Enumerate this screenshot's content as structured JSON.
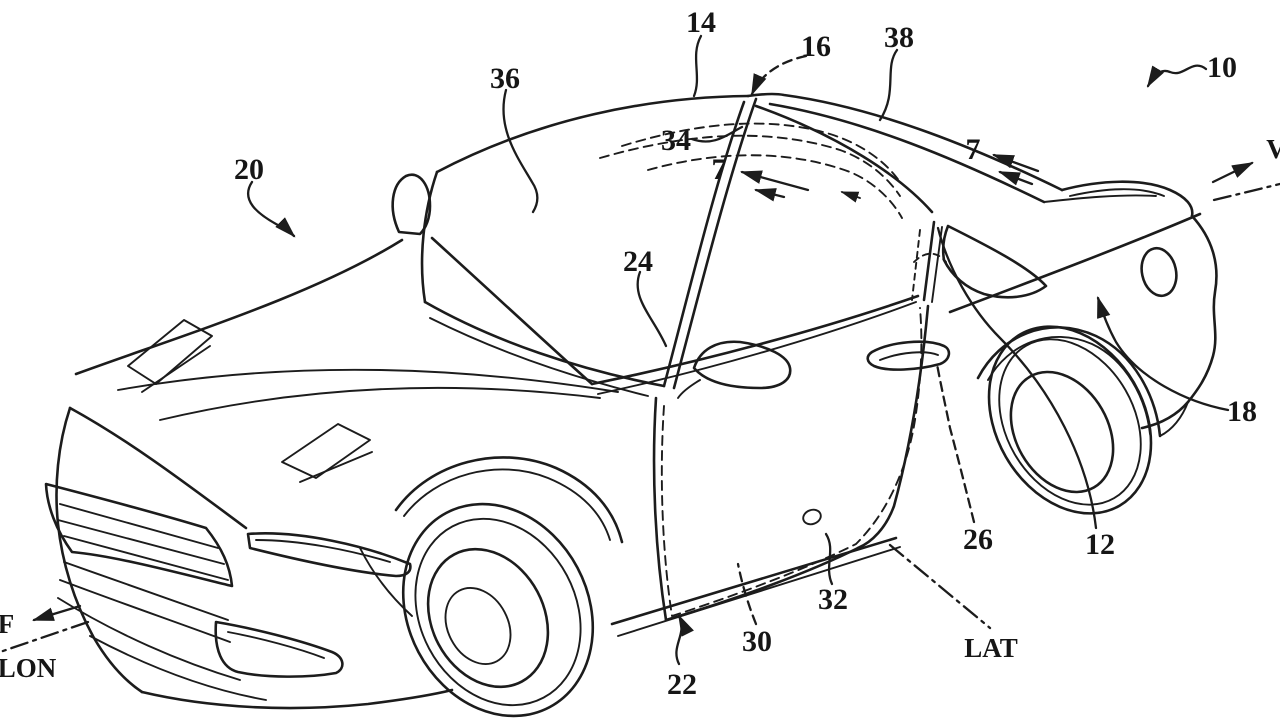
{
  "figure": {
    "background": "#ffffff",
    "ink_color": "#1c1c1c"
  },
  "labels": {
    "l10": "10",
    "l12": "12",
    "l14": "14",
    "l16": "16",
    "l18": "18",
    "l20": "20",
    "l22": "22",
    "l24": "24",
    "l26": "26",
    "l30": "30",
    "l32": "32",
    "l34": "34",
    "l36": "36",
    "l38": "38",
    "l7a": "7",
    "l7b": "7"
  },
  "axes": {
    "vertical": "V",
    "forward": "F",
    "longitudinal": "LON",
    "lateral": "LAT"
  }
}
